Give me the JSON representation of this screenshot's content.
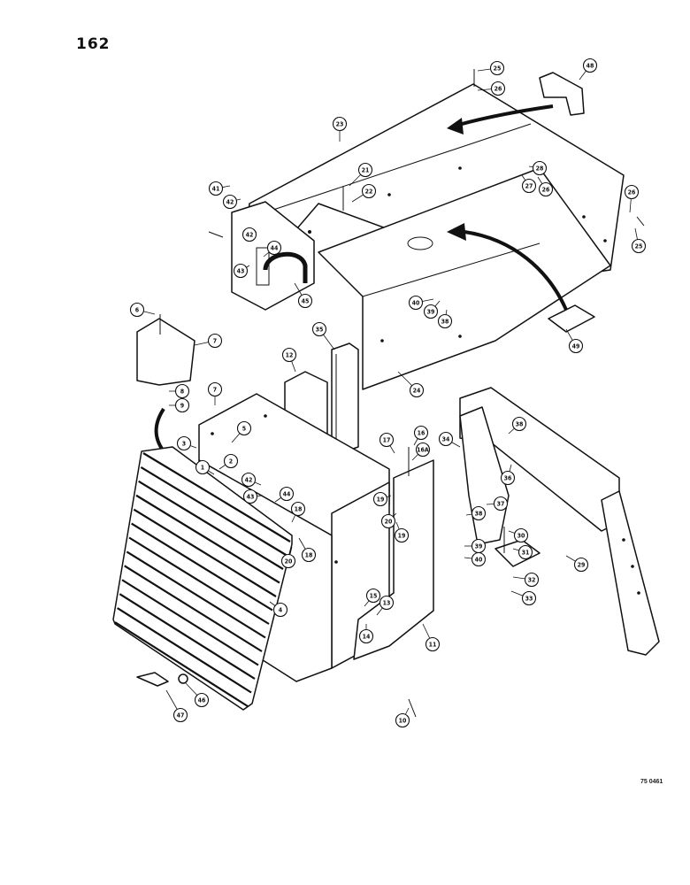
{
  "page_number": "162",
  "drawing_code": "75 0461",
  "callouts": [
    "25",
    "26",
    "48",
    "23",
    "28",
    "27",
    "26",
    "21",
    "22",
    "41",
    "42",
    "26",
    "25",
    "42",
    "44",
    "43",
    "45",
    "40",
    "39",
    "38",
    "49",
    "6",
    "7",
    "35",
    "12",
    "8",
    "9",
    "7",
    "24",
    "5",
    "3",
    "2",
    "1",
    "17",
    "16",
    "16A",
    "34",
    "38",
    "36",
    "42",
    "43",
    "44",
    "18",
    "19",
    "20",
    "19",
    "18",
    "20",
    "37",
    "38",
    "30",
    "39",
    "40",
    "31",
    "29",
    "32",
    "33",
    "4",
    "15",
    "13",
    "14",
    "11",
    "47",
    "46",
    "10"
  ]
}
